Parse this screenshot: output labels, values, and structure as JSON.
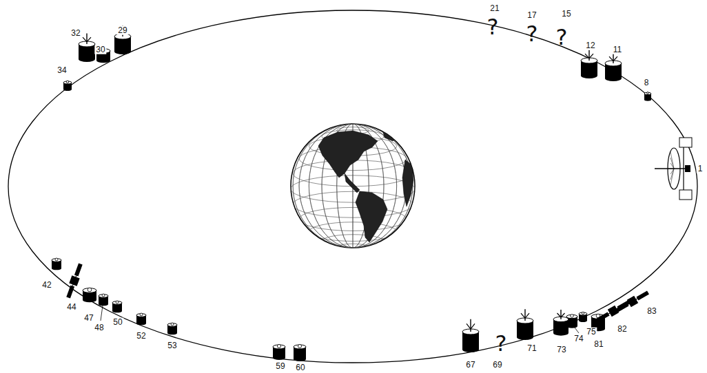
{
  "diagram": {
    "labels": [
      "21",
      "?",
      "17",
      "?",
      "15",
      "?",
      "32",
      "29",
      "12",
      "11",
      "30",
      "8",
      "34",
      "1",
      "42",
      "44",
      "83",
      "82",
      "81",
      "47",
      "48",
      "50",
      "75",
      "74",
      "52",
      "53",
      "73",
      "71",
      "?",
      "69",
      "67",
      "59",
      "60"
    ]
  }
}
